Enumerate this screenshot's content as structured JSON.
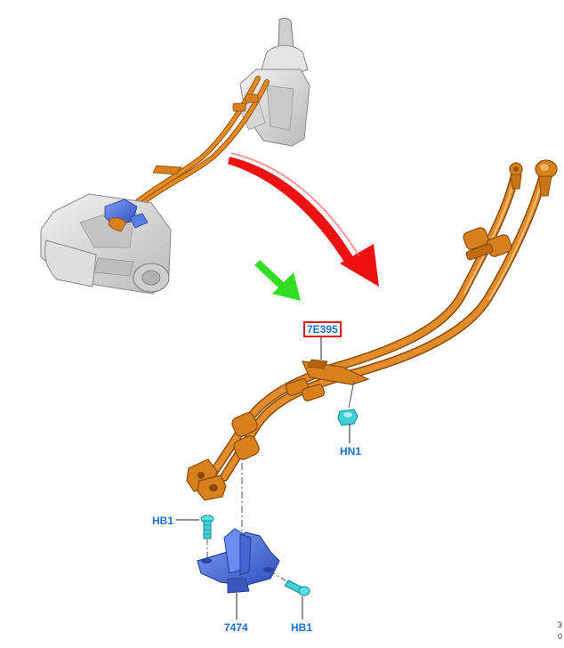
{
  "callouts": {
    "cable_assembly": "7E395",
    "nut_clip": "HN1",
    "bolt_left": "HB1",
    "bracket": "7474",
    "bolt_right": "HB1"
  },
  "corner_text": {
    "line1": "3",
    "line2": "0"
  },
  "colors": {
    "cable": "#d9801e",
    "cable_dark": "#9a5208",
    "bracket": "#4f73d8",
    "fastener": "#3fd0d8",
    "callout_text": "#1b6fd8",
    "highlight_box": "#e01010",
    "arrow_red": "#ee1111",
    "arrow_green": "#33dd22",
    "housing": "#d8d8d8"
  },
  "icons": {
    "zoom_arrow": "red-curved-arrow-icon",
    "pointer_arrow": "green-arrow-icon"
  }
}
